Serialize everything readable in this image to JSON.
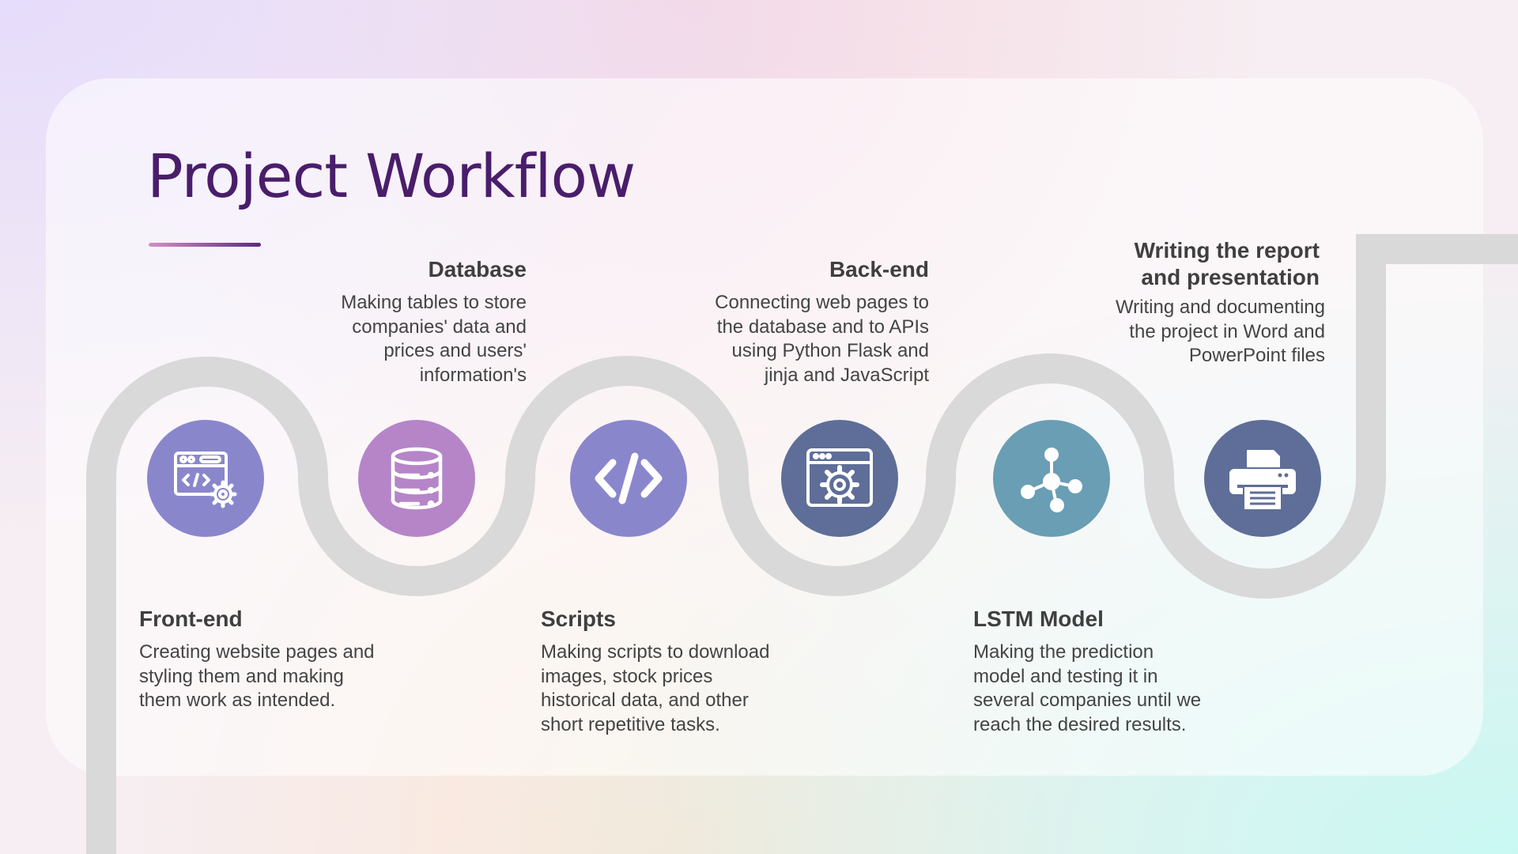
{
  "title": "Project Workflow",
  "colors": {
    "title": "#4a1d6b",
    "road": "#d9d9d9",
    "icon_frontend": "#8a86cc",
    "icon_database": "#b585c8",
    "icon_scripts": "#8a86cc",
    "icon_backend": "#5e6e98",
    "icon_lstm": "#6a9eb4",
    "icon_report": "#5e6e98"
  },
  "steps": [
    {
      "title": "Front-end",
      "description": "Creating website pages and styling them and making them work as intended.",
      "icon": "code-window-gear-icon"
    },
    {
      "title": "Database",
      "description": "Making tables to store companies' data and prices and users' information's",
      "icon": "database-icon"
    },
    {
      "title": "Scripts",
      "description": "Making scripts to download images, stock prices historical data, and other short repetitive tasks.",
      "icon": "code-brackets-icon"
    },
    {
      "title": "Back-end",
      "description": "Connecting web pages to the database and to APIs using Python Flask and jinja and JavaScript",
      "icon": "browser-gear-icon"
    },
    {
      "title": "LSTM Model",
      "description": "Making the prediction model and testing it in several companies until we reach the desired results.",
      "icon": "network-nodes-icon"
    },
    {
      "title": "Writing the report and presentation",
      "description": "Writing and documenting the project in Word and PowerPoint files",
      "icon": "printer-icon"
    }
  ]
}
